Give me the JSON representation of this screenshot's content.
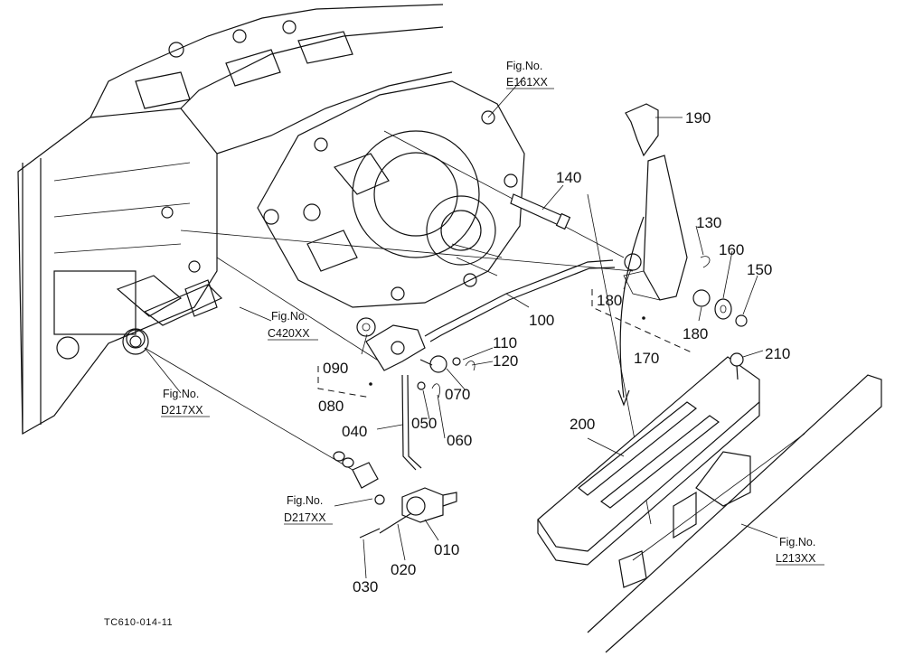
{
  "parts": {
    "p010": "010",
    "p020": "020",
    "p030": "030",
    "p040": "040",
    "p050": "050",
    "p060": "060",
    "p070": "070",
    "p080": "080",
    "p090": "090",
    "p100": "100",
    "p110": "110",
    "p120": "120",
    "p130": "130",
    "p140": "140",
    "p150": "150",
    "p160": "160",
    "p170": "170",
    "p180a": "180",
    "p180b": "180",
    "p190": "190",
    "p200": "200",
    "p210": "210"
  },
  "figrefs": {
    "e161": {
      "label": "Fig.No.",
      "code": "E161XX"
    },
    "c420": {
      "label": "Fig.No.",
      "code": "C420XX"
    },
    "d217a": {
      "label": "Fig.No.",
      "code": "D217XX"
    },
    "d217b": {
      "label": "Fig.No.",
      "code": "D217XX"
    },
    "l213": {
      "label": "Fig.No.",
      "code": "L213XX"
    }
  },
  "drawing_code": "TC610-014-11",
  "colors": {
    "ink": "#111111",
    "paper": "#ffffff"
  }
}
